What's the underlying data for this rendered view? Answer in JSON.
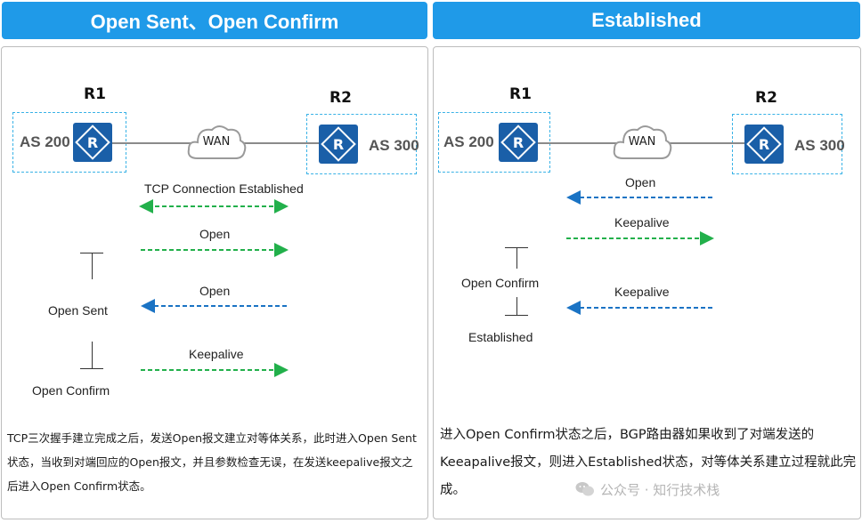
{
  "left_panel": {
    "title": "Open Sent、Open Confirm",
    "r1_label": "R1",
    "r2_label": "R2",
    "as_left": "AS 200",
    "as_right": "AS 300",
    "wan_label": "WAN",
    "messages": [
      {
        "label": "TCP Connection  Established",
        "direction": "both",
        "color": "#22b04b"
      },
      {
        "label": "Open",
        "direction": "right",
        "color": "#22b04b"
      },
      {
        "label": "Open",
        "direction": "left",
        "color": "#1a73c4"
      },
      {
        "label": "Keepalive",
        "direction": "right",
        "color": "#22b04b"
      }
    ],
    "states": [
      "Open Sent",
      "Open Confirm"
    ],
    "description": "TCP三次握手建立完成之后，发送Open报文建立对等体关系，此时进入Open Sent状态，当收到对端回应的Open报文，并且参数检查无误，在发送keepalive报文之后进入Open Confirm状态。"
  },
  "right_panel": {
    "title": "Established",
    "r1_label": "R1",
    "r2_label": "R2",
    "as_left": "AS 200",
    "as_right": "AS 300",
    "wan_label": "WAN",
    "messages": [
      {
        "label": "Open",
        "direction": "left",
        "color": "#1a73c4"
      },
      {
        "label": "Keepalive",
        "direction": "right",
        "color": "#22b04b"
      },
      {
        "label": "Keepalive",
        "direction": "left",
        "color": "#1a73c4"
      }
    ],
    "states": [
      "Open Confirm",
      "Established"
    ],
    "description": "进入Open  Confirm状态之后，BGP路由器如果收到了对端发送的Keeapalive报文，则进入Established状态，对等体关系建立过程就此完成。"
  },
  "watermark": "公众号 · 知行技术栈",
  "colors": {
    "header_bg": "#1f9ae8",
    "router_bg": "#1a5fa8",
    "dash_border": "#39b2e6",
    "arrow_green": "#22b04b",
    "arrow_blue": "#1a73c4"
  }
}
